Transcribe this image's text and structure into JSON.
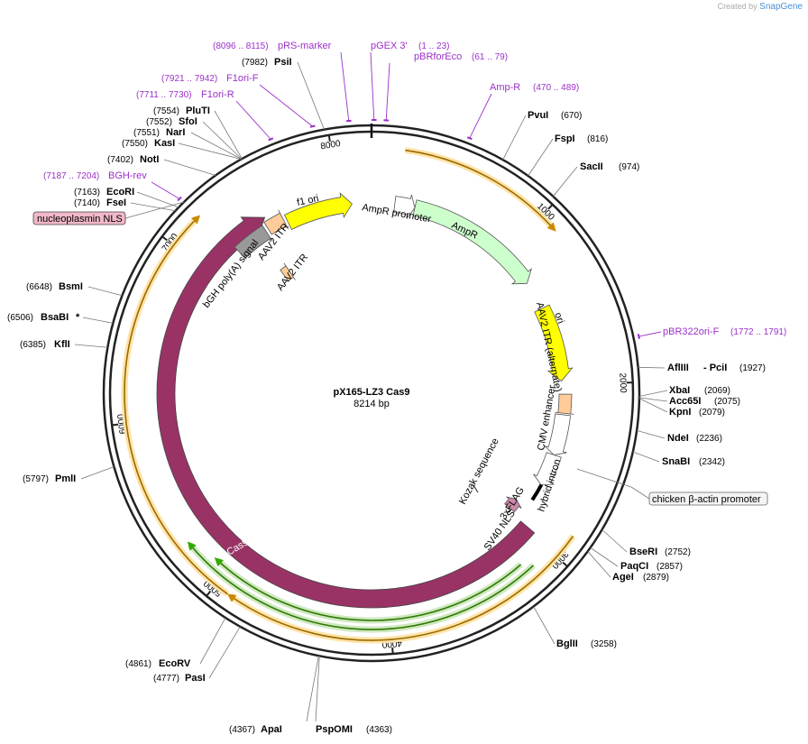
{
  "credit": {
    "prefix": "Created by",
    "brand": "SnapGene"
  },
  "plasmid": {
    "name": "pX165-LZ3 Cas9",
    "length_label": "8214 bp"
  },
  "colors": {
    "cas9": "#993366",
    "ori": "#ffff00",
    "ampr": "#ccffcc",
    "itr": "#ffcc99",
    "polya": "#999999",
    "primer": "#9b30c8",
    "orf_green": "#33aa00",
    "orf_orange": "#ffcc66"
  },
  "ticks": [
    {
      "label": "1000"
    },
    {
      "label": "2000"
    },
    {
      "label": "3000"
    },
    {
      "label": "4000"
    },
    {
      "label": "5000"
    },
    {
      "label": "6000"
    },
    {
      "label": "7000"
    },
    {
      "label": "8000"
    }
  ],
  "enzymes": [
    {
      "name": "PvuI",
      "pos": "(670)"
    },
    {
      "name": "FspI",
      "pos": "(816)"
    },
    {
      "name": "SacII",
      "pos": "(974)"
    },
    {
      "name": "AflIII",
      "extra": "- PciI",
      "pos": "(1927)"
    },
    {
      "name": "XbaI",
      "pos": "(2069)"
    },
    {
      "name": "Acc65I",
      "pos": "(2075)"
    },
    {
      "name": "KpnI",
      "pos": "(2079)"
    },
    {
      "name": "NdeI",
      "pos": "(2236)"
    },
    {
      "name": "SnaBI",
      "pos": "(2342)"
    },
    {
      "name": "BseRI",
      "pos": "(2752)"
    },
    {
      "name": "PaqCI",
      "pos": "(2857)"
    },
    {
      "name": "AgeI",
      "pos": "(2879)"
    },
    {
      "name": "BglII",
      "pos": "(3258)"
    },
    {
      "name": "PspOMI",
      "pos": "(4363)"
    },
    {
      "name": "ApaI",
      "pos": "(4367)"
    },
    {
      "name": "PasI",
      "pos": "(4777)"
    },
    {
      "name": "EcoRV",
      "pos": "(4861)"
    },
    {
      "name": "PmlI",
      "pos": "(5797)"
    },
    {
      "name": "KflI",
      "pos": "(6385)"
    },
    {
      "name": "BsaBI",
      "extra": "*",
      "pos": "(6506)"
    },
    {
      "name": "BsmI",
      "pos": "(6648)"
    },
    {
      "name": "FseI",
      "pos": "(7140)"
    },
    {
      "name": "EcoRI",
      "pos": "(7163)"
    },
    {
      "name": "NotI",
      "pos": "(7402)"
    },
    {
      "name": "KasI",
      "pos": "(7550)"
    },
    {
      "name": "NarI",
      "pos": "(7551)"
    },
    {
      "name": "SfoI",
      "pos": "(7552)"
    },
    {
      "name": "PluTI",
      "pos": "(7554)"
    },
    {
      "name": "PsiI",
      "pos": "(7982)"
    }
  ],
  "primers": [
    {
      "name": "pRS-marker",
      "range": "(8096 .. 8115)"
    },
    {
      "name": "pGEX 3'",
      "range": "(1 .. 23)"
    },
    {
      "name": "pBRforEco",
      "range": "(61 .. 79)"
    },
    {
      "name": "Amp-R",
      "range": "(470 .. 489)"
    },
    {
      "name": "F1ori-F",
      "range": "(7921 .. 7942)"
    },
    {
      "name": "F1ori-R",
      "range": "(7711 .. 7730)"
    },
    {
      "name": "BGH-rev",
      "range": "(7187 .. 7204)"
    },
    {
      "name": "pBR322ori-F",
      "range": "(1772 .. 1791)"
    }
  ],
  "boxed_labels": {
    "nucleoplasmin": "nucleoplasmin NLS",
    "chicken": "chicken β-actin promoter"
  },
  "features": {
    "f1ori": "f1 ori",
    "ampr_promoter": "AmpR promoter",
    "ampr": "AmpR",
    "ori": "ori",
    "itr_alt": "AAV2 ITR (alternate)",
    "cmv": "CMV enhancer",
    "intron": "hybrid intron",
    "kozak": "Kozak sequence",
    "flag": "3xFLAG",
    "sv40": "SV40 NLS",
    "cas9": "Cas9",
    "bgh": "bGH poly(A) signal",
    "itr1": "AAV2 ITR",
    "itr2": "AAV2 ITR"
  }
}
